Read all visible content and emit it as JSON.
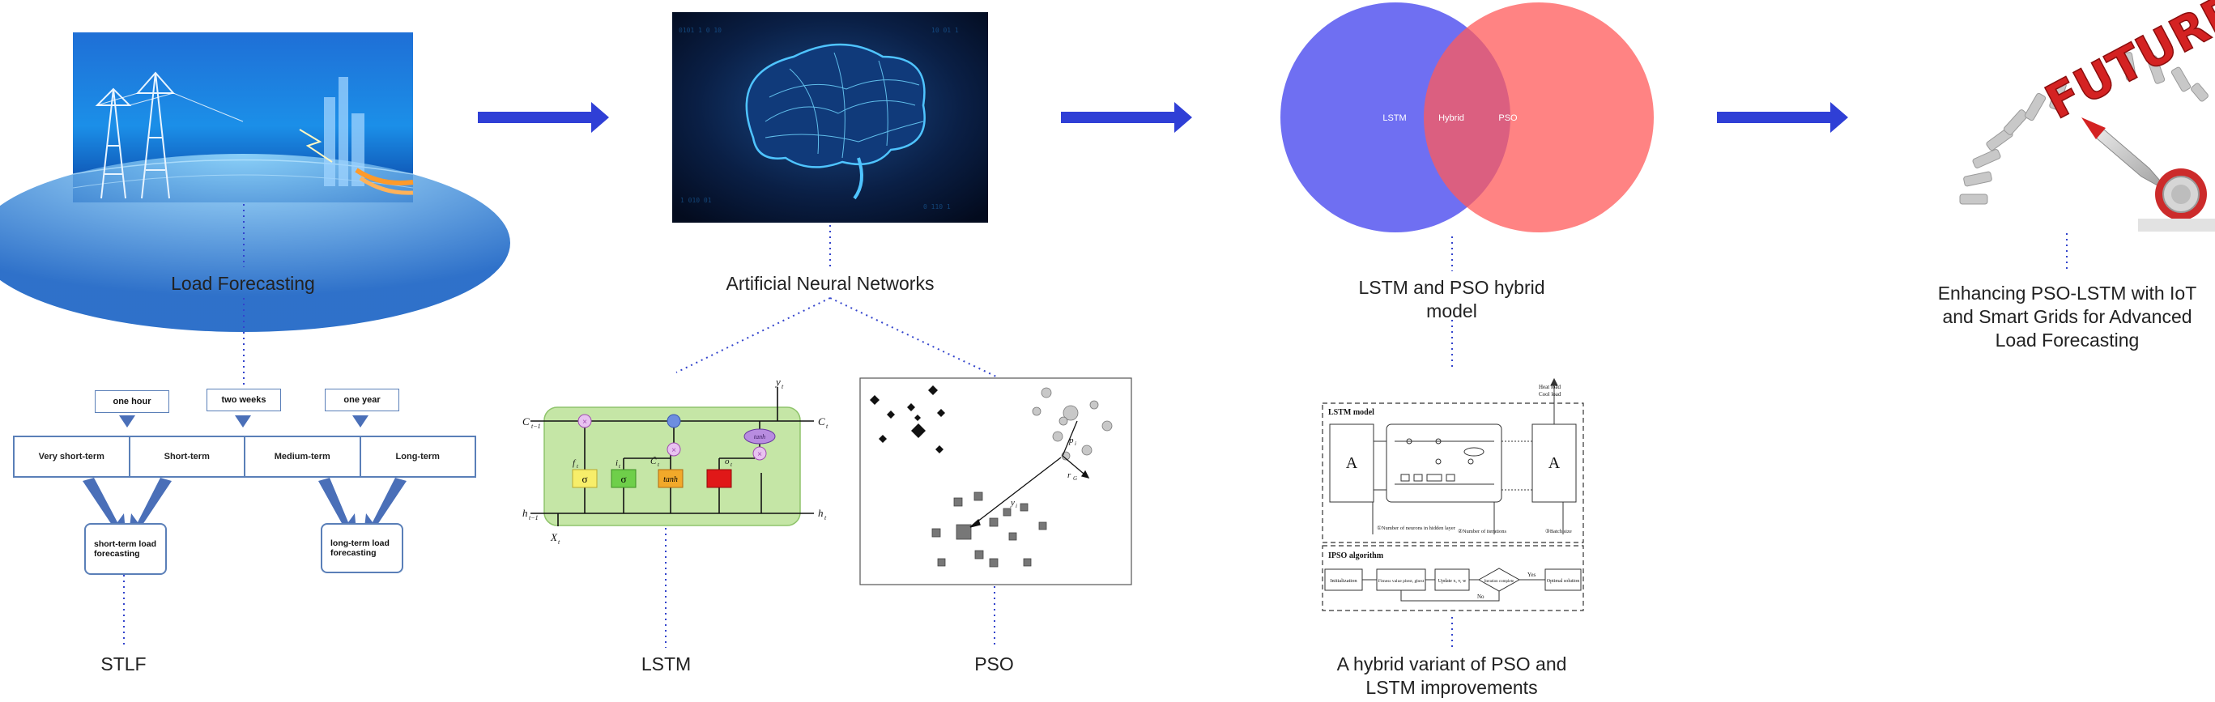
{
  "stages": {
    "load_forecasting": "Load Forecasting",
    "ann": "Artificial Neural Networks",
    "hybrid": "LSTM and PSO hybrid model",
    "future": "Enhancing PSO-LSTM with IoT and Smart Grids for Advanced Load Forecasting"
  },
  "sub": {
    "stlf": "STLF",
    "lstm": "LSTM",
    "pso": "PSO",
    "ipso_variant": "A hybrid variant of PSO and LSTM improvements"
  },
  "taxonomy": {
    "horizons": [
      "one hour",
      "two weeks",
      "one year"
    ],
    "categories": [
      "Very short-term",
      "Short-term",
      "Medium-term",
      "Long-term"
    ],
    "groups": [
      "short-term load forecasting",
      "long-term load forecasting"
    ]
  },
  "venn": {
    "left": "LSTM",
    "center": "Hybrid",
    "right": "PSO",
    "left_color": "#5b5bf0",
    "right_color": "#ff6b6b"
  },
  "future_word": "FUTURE",
  "colors": {
    "arrow": "#2f3fd6",
    "dotted": "#3344cc",
    "box_border": "#5a7fb8"
  },
  "lstm_cell": {
    "c_prev": "C",
    "c_next": "C",
    "h_prev": "h",
    "h_next": "h",
    "x": "X",
    "y": "y",
    "gates": [
      "σ",
      "σ",
      "tanh"
    ],
    "tanh": "tanh"
  },
  "ipso": {
    "lstm_model": "LSTM model",
    "ipso_algorithm": "IPSO algorithm",
    "a": "A",
    "heat_load": "Heat load",
    "cool_load": "Cool load",
    "n1": "①Number of neurons in hidden layer",
    "n2": "②Number of iterations",
    "n3": "③Batch size",
    "steps": [
      "Initialization",
      "Fitness value pbest, gbest",
      "Update x, v, w",
      "Iteration complete",
      "Optimal solution"
    ],
    "yes": "Yes",
    "no": "No"
  }
}
